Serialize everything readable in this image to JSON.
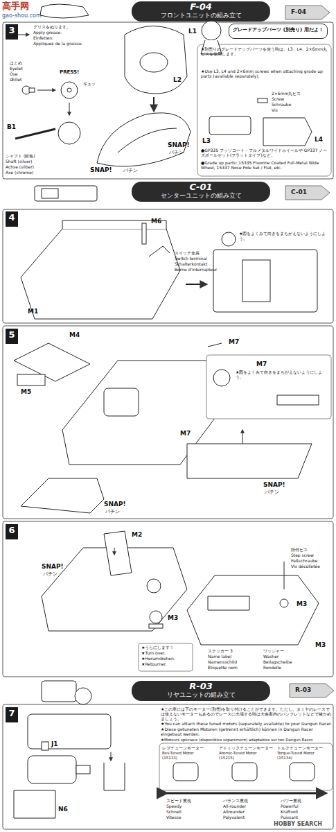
{
  "diagram": {
    "nodes": [
      {
        "text": [
          "F-04",
          "フロントユニットの組み立て"
        ]
      },
      {
        "text": [
          "3"
        ]
      },
      {
        "text": [
          "グレードアップパーツ (別売り) 用だよ！"
        ]
      },
      {
        "text": [
          "C-01",
          "センターユニットの組み立て"
        ]
      },
      {
        "text": [
          "4"
        ]
      },
      {
        "text": [
          "5"
        ]
      },
      {
        "text": [
          "6"
        ]
      },
      {
        "text": [
          "R-03",
          "リヤユニットの組み立て"
        ]
      },
      {
        "text": [
          "7"
        ]
      }
    ],
    "labels": [
      "高手网",
      "gao-shou.com",
      "F-04",
      "グリスをぬります。",
      "Apply grease.",
      "Einfetten.",
      "Appliquez de la graisse.",
      "はとめ",
      "Eyelet",
      "Öse",
      "Œillet",
      "PRESS!",
      "ギュッ",
      "B1",
      "シャフト (銀色)",
      "Shaft (silver)",
      "Achse (silber)",
      "Axe (chrome)",
      "L1",
      "L2",
      "SNAP!",
      "パチン",
      "SNAP!",
      "パチン",
      "★別売りのグレードアップパーツを使う時は、L3、L4、2×6mm丸ビスを使用します。",
      "★Use L3, L4 and 2×6mm screws when attaching grade up parts (available separately).",
      "2×6mm丸ビス",
      "Screw",
      "Schraube",
      "Vis",
      "L3",
      "L4",
      "●GP335 フッソコート・フルメタルワイドホイールや GP337 ノーズボールセット(フラットタイプ)など。",
      "●Grade up parts: 15335 Fluorine Coated Full-Metal Wide Wheel, 15337 Nose Pole Set / Flat, etc.",
      "C-01",
      "M6",
      "スイッチ金具",
      "Switch terminal",
      "Schalterkontakt",
      "Borne d'interrupteur",
      "M1",
      "★図をよくみて向きをまちがえないようにしよう。",
      "M4",
      "M5",
      "M7",
      "M7",
      "★図をよくみて向きをまちがえないようにしよう。",
      "M7",
      "SNAP!",
      "パチン",
      "SNAP!",
      "パチン",
      "M2",
      "SNAP!",
      "パチン",
      "M3",
      "M3",
      "M3",
      "段付ビス",
      "Step screw",
      "Paßschraube",
      "Vis décolletée",
      "ステッカー 3",
      "Name label",
      "Namensschild",
      "Étiquette nom",
      "ワッシャー",
      "Washer",
      "Beilagscheibe",
      "Rondelle",
      "★うらにします！",
      "★Turn over.",
      "★Herumdrehen.",
      "★Retourner.",
      "R-03",
      "J1",
      "N6",
      "★この車には下のモーター(別売)を取り付けることができます。ただし、タミヤのレースでは使えないモーターもあるのでレースに出場する時は大会案内のパンフレットなどで確かめましょう。",
      "★You can attach these tuned motors (separately available) to your Dangun Racer.",
      "★Diese getuneten Motoren (getrennt erhältlich) können in Dangun Racer eingebaut werden.",
      "★Moteurs spéciaux (disponibles séparément) adaptables sur ton Dangun Racer.",
      "レブチューンモーター",
      "Rev-Tuned Motor",
      "(15133)",
      "アトミックチューンモーター",
      "Atomic-Tuned Motor",
      "(15215)",
      "トルクチューンモーター",
      "Torque-Tuned Motor",
      "(15134)",
      "スピード重視",
      "Speedy",
      "Schnell",
      "Vitesse",
      "バランス重視",
      "All-rounder",
      "Allrounder",
      "Polyvalent",
      "パワー重視",
      "Powerful",
      "Kraftvoll",
      "Puissant",
      "HOBBY SEARCH"
    ]
  }
}
